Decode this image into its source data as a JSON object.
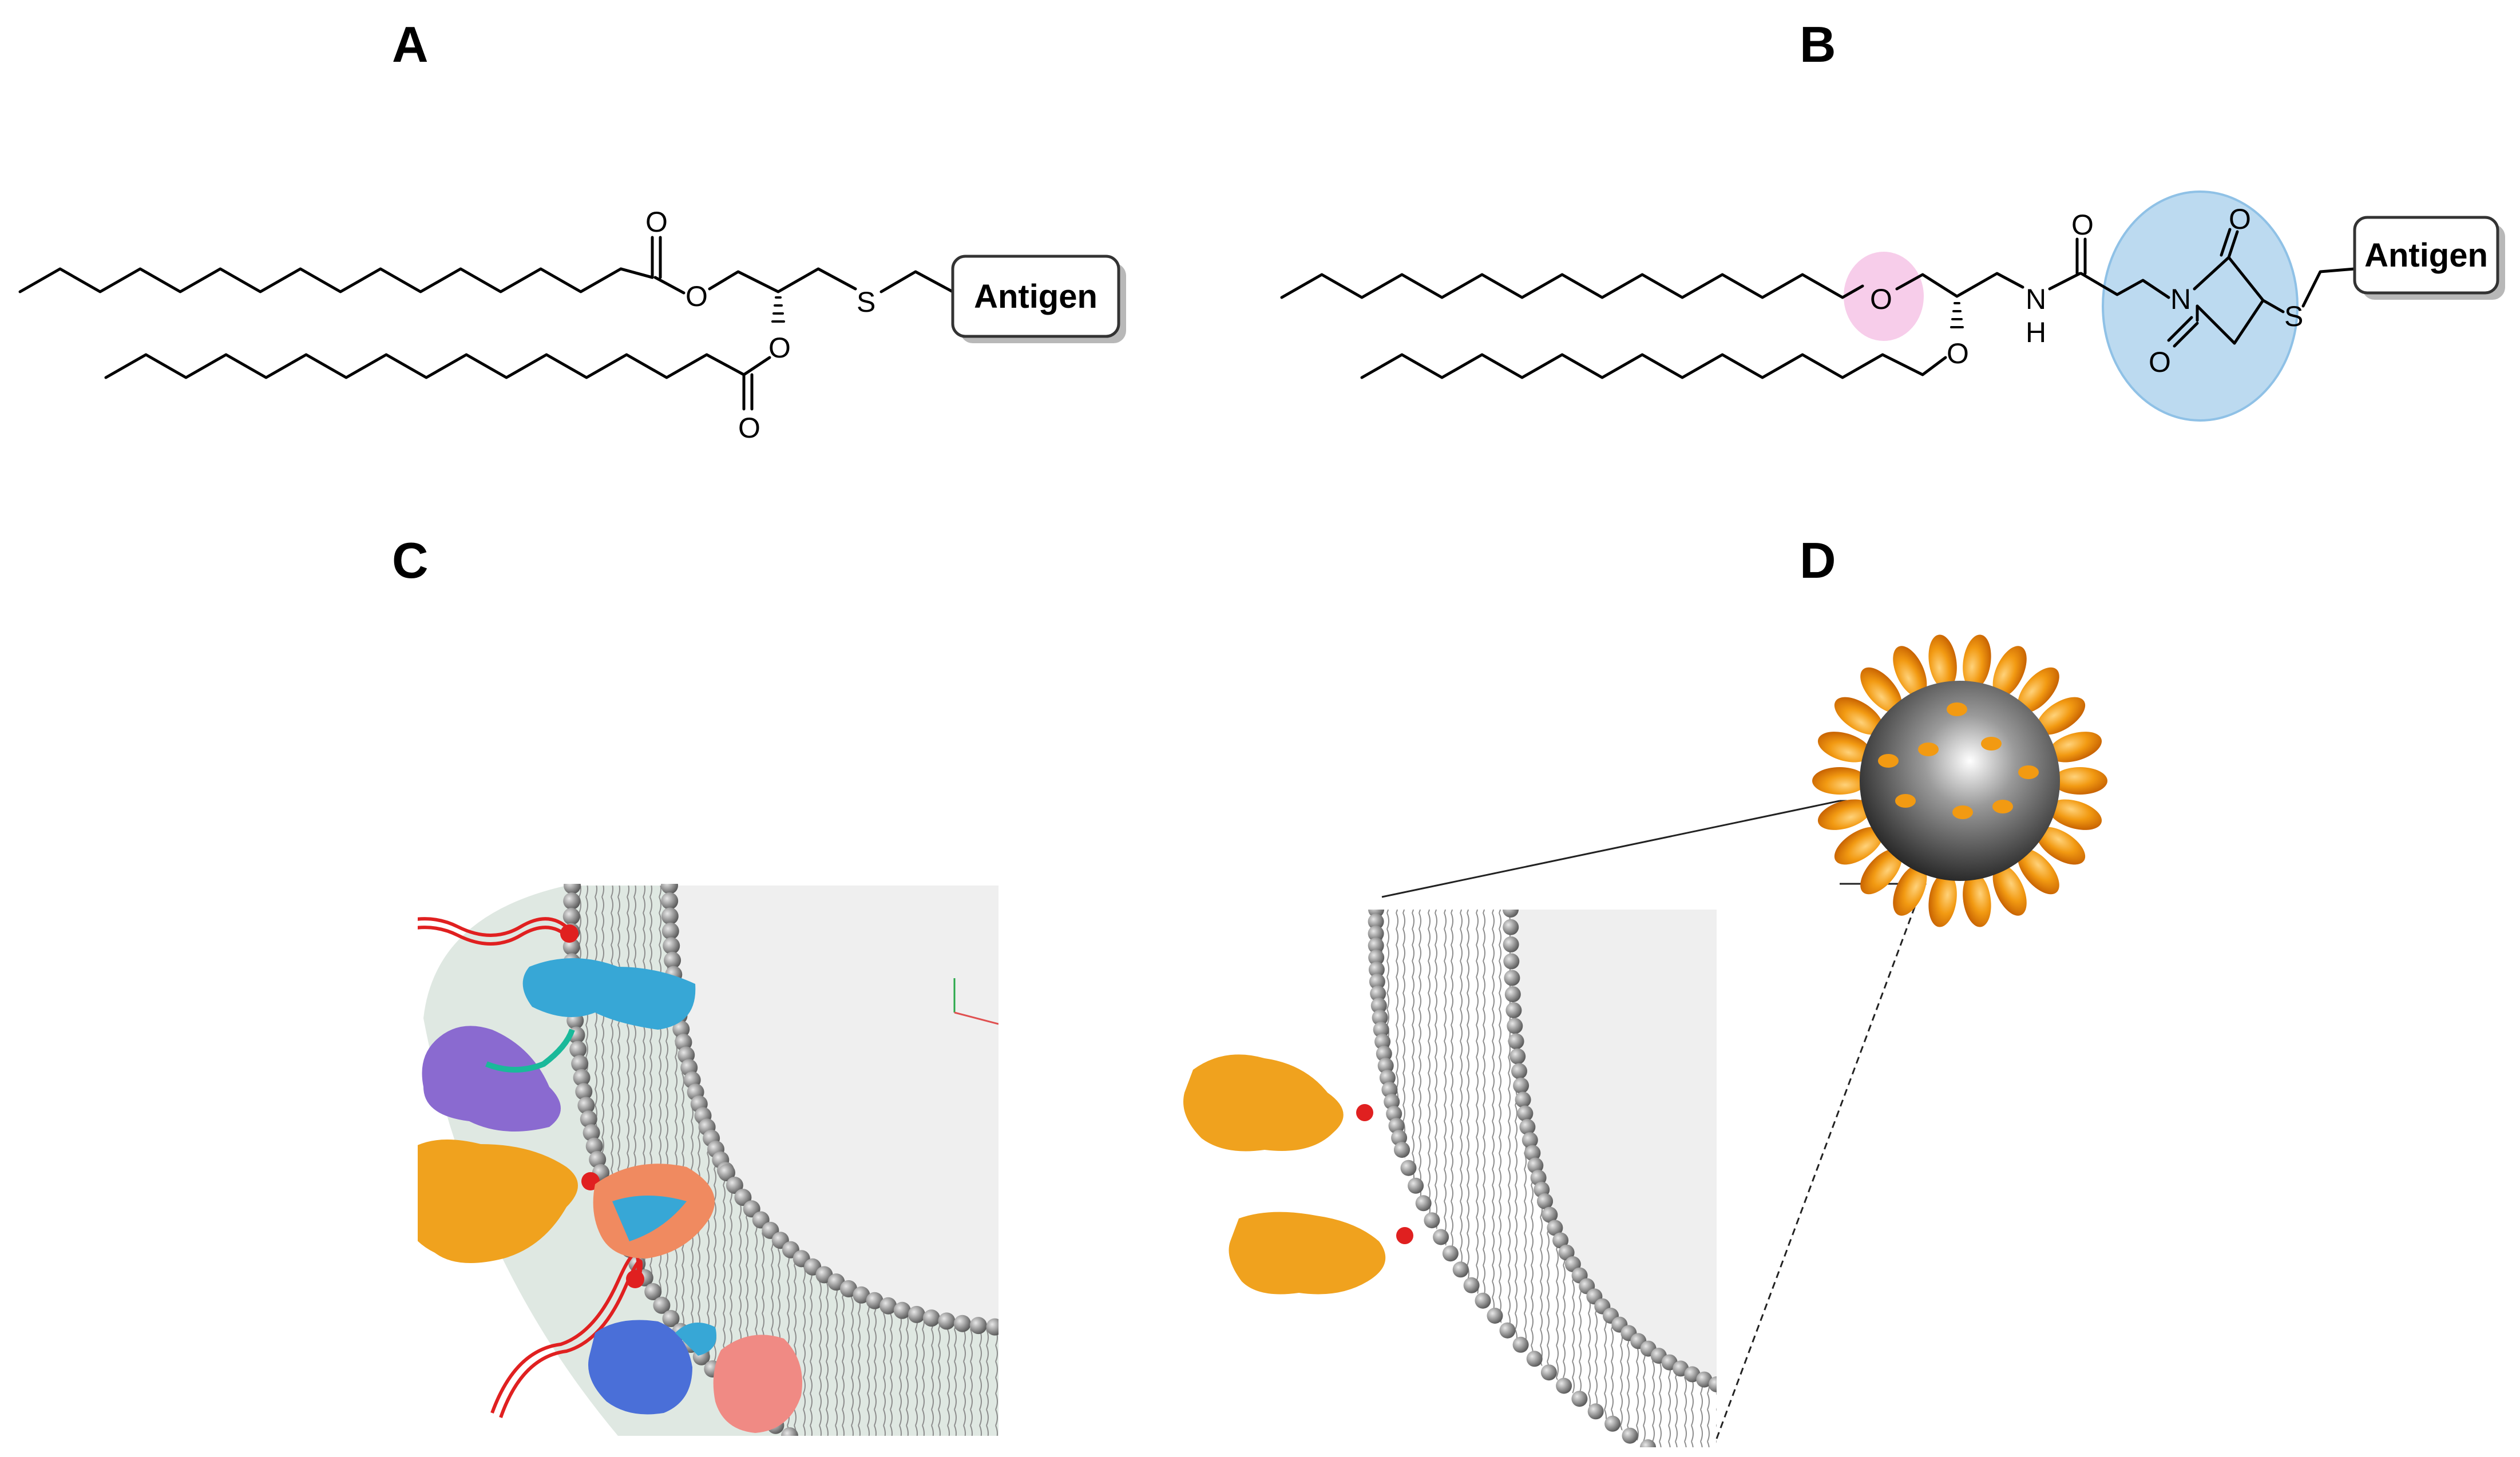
{
  "panels": {
    "a": {
      "letter": "A"
    },
    "b": {
      "letter": "B"
    },
    "c": {
      "letter": "C"
    },
    "d": {
      "letter": "D"
    }
  },
  "structure_a": {
    "antigen_label": "Antigen",
    "atoms": {
      "o_carbonyl_top": "O",
      "o_ester_top": "O",
      "o_ester_bottom": "O",
      "o_carbonyl_bottom": "O",
      "sulfur": "S"
    }
  },
  "structure_b": {
    "antigen_label": "Antigen",
    "atoms": {
      "o_ether_top": "O",
      "o_ether_bottom": "O",
      "nitrogen_amide": "N",
      "hydrogen_amide": "H",
      "o_amide": "O",
      "nitrogen_ring": "N",
      "o_ring_top": "O",
      "o_ring_bottom": "O",
      "sulfur": "S"
    },
    "highlights": {
      "ether_color": "#f7cdea",
      "maleimide_color": "#bcdaf0"
    }
  },
  "colors": {
    "protein_orange": "#f0a21e",
    "protein_cyan": "#37a7d6",
    "protein_purple": "#8a6ad0",
    "protein_blue": "#4a6fd8",
    "protein_salmon": "#f08a84",
    "linker_red": "#e02020",
    "membrane_bead": "#8a8a8a",
    "interior_gray": "#efefef",
    "halo_green": "#dfe8e2"
  }
}
